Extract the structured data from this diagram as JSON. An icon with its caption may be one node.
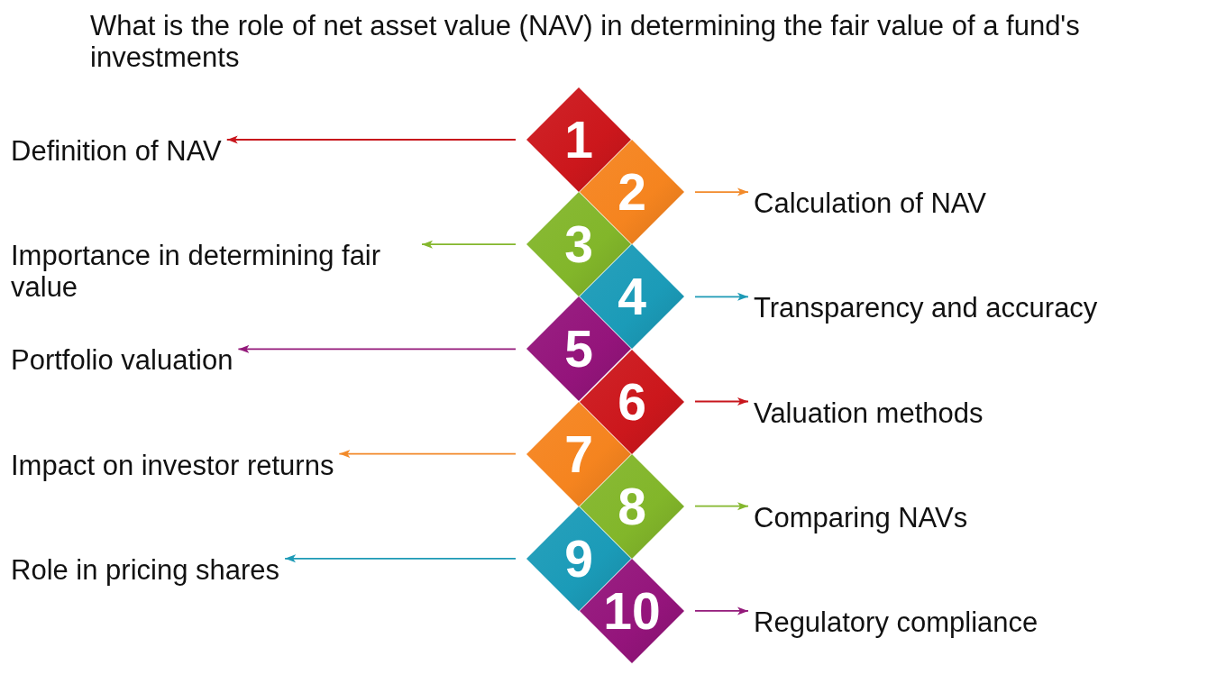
{
  "diagram": {
    "title": "What is the role of net asset value (NAV) in determining the fair value of a fund's investments",
    "nodes": [
      {
        "text": [
          "1"
        ]
      },
      {
        "text": [
          "2"
        ]
      },
      {
        "text": [
          "3"
        ]
      },
      {
        "text": [
          "4"
        ]
      },
      {
        "text": [
          "5"
        ]
      },
      {
        "text": [
          "6"
        ]
      },
      {
        "text": [
          "7"
        ]
      },
      {
        "text": [
          "8"
        ]
      },
      {
        "text": [
          "9"
        ]
      },
      {
        "text": [
          "10"
        ]
      },
      {
        "text": [
          "Definition of NAV"
        ]
      },
      {
        "text": [
          "Calculation of NAV"
        ]
      },
      {
        "text": [
          "Importance in determining fair value"
        ]
      },
      {
        "text": [
          "Transparency and accuracy"
        ]
      },
      {
        "text": [
          "Portfolio valuation"
        ]
      },
      {
        "text": [
          "Valuation methods"
        ]
      },
      {
        "text": [
          "Impact on investor returns"
        ]
      },
      {
        "text": [
          "Comparing NAVs"
        ]
      },
      {
        "text": [
          "Role in pricing shares"
        ]
      },
      {
        "text": [
          "Regulatory compliance"
        ]
      }
    ],
    "edges": [
      {
        "from": 0,
        "to": 10,
        "arrow": "to",
        "color": "#c8161d"
      },
      {
        "from": 1,
        "to": 11,
        "arrow": "to",
        "color": "#f28a2a"
      },
      {
        "from": 2,
        "to": 12,
        "arrow": "to",
        "color": "#84b72d"
      },
      {
        "from": 3,
        "to": 13,
        "arrow": "to",
        "color": "#1d9ab6"
      },
      {
        "from": 4,
        "to": 14,
        "arrow": "to",
        "color": "#93197a"
      },
      {
        "from": 5,
        "to": 15,
        "arrow": "to",
        "color": "#c8161d"
      },
      {
        "from": 6,
        "to": 16,
        "arrow": "to",
        "color": "#f28a2a"
      },
      {
        "from": 7,
        "to": 17,
        "arrow": "to",
        "color": "#84b72d"
      },
      {
        "from": 8,
        "to": 18,
        "arrow": "to",
        "color": "#1d9ab6"
      },
      {
        "from": 9,
        "to": 19,
        "arrow": "to",
        "color": "#93197a"
      }
    ]
  }
}
